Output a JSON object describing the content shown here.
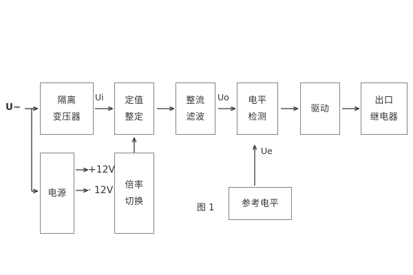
{
  "figure": {
    "caption": "图 1",
    "input_label": "U~",
    "colors": {
      "background": "#ffffff",
      "box_border": "#808080",
      "wire": "#333333",
      "text": "#333333"
    }
  },
  "main_chain": [
    {
      "id": "isolation-transformer",
      "line1": "隔离",
      "line2": "变压器"
    },
    {
      "id": "setpoint-setting",
      "line1": "定值",
      "line2": "整定"
    },
    {
      "id": "rectify-filter",
      "line1": "整流",
      "line2": "滤波"
    },
    {
      "id": "level-detection",
      "line1": "电平",
      "line2": "检测"
    },
    {
      "id": "driver",
      "line1": "驱动",
      "line2": ""
    },
    {
      "id": "output-relay",
      "line1": "出口",
      "line2": "继电器"
    }
  ],
  "lower_blocks": [
    {
      "id": "power-supply",
      "line1": "电源",
      "line2": ""
    },
    {
      "id": "ratio-switching",
      "line1": "倍率",
      "line2": "切换"
    },
    {
      "id": "reference-level",
      "line1": "参考电平",
      "line2": ""
    }
  ],
  "signal_labels": {
    "ui": "Ui",
    "uo": "Uo",
    "ue": "Ue",
    "rail_positive": "+12V",
    "rail_negative": "· 12V"
  }
}
